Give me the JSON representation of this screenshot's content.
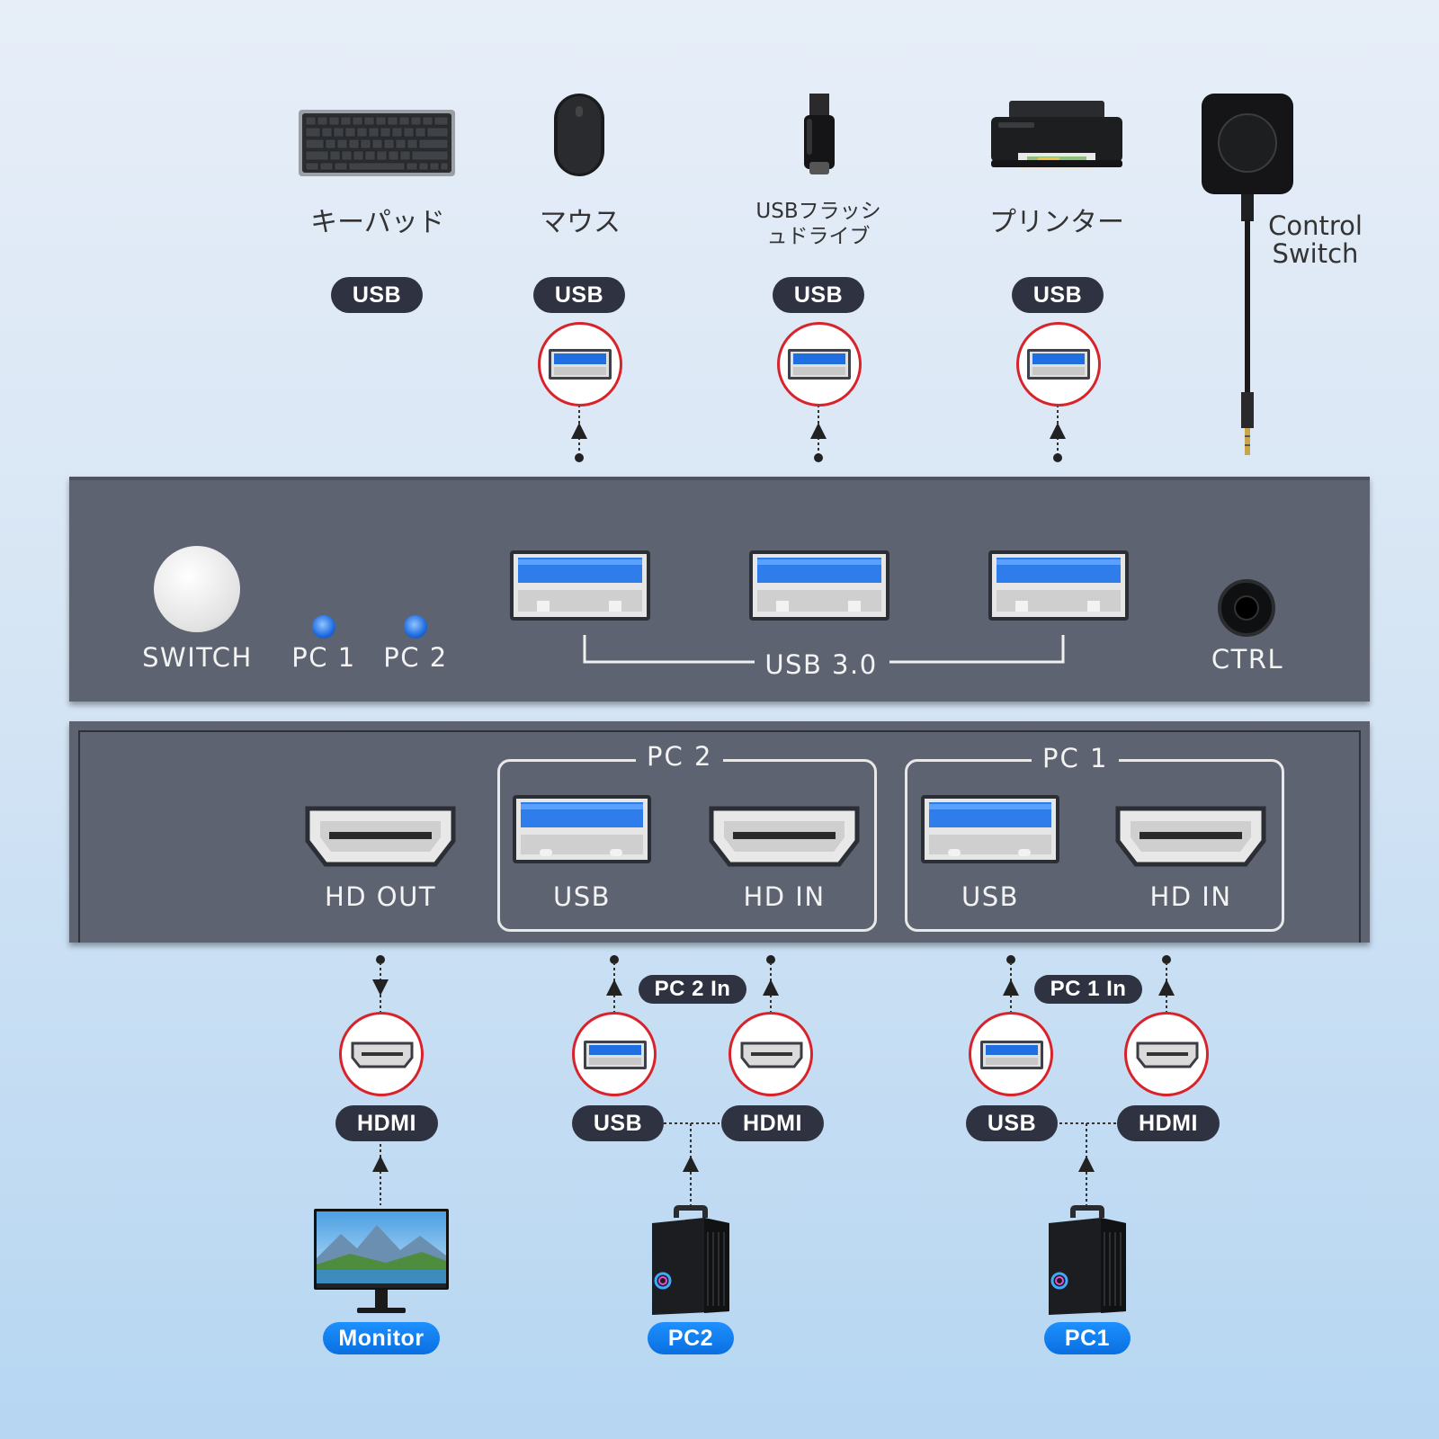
{
  "devices": {
    "keypad": {
      "label": "キーパッド",
      "port": "USB"
    },
    "mouse": {
      "label": "マウス",
      "port": "USB"
    },
    "flash": {
      "label_line1": "USBフラッシ",
      "label_line2": "ュドライブ",
      "port": "USB"
    },
    "printer": {
      "label": "プリンター",
      "port": "USB"
    },
    "control": {
      "label_line1": "Control",
      "label_line2": "Switch"
    }
  },
  "front_panel": {
    "switch_label": "SWITCH",
    "led1_label": "PC 1",
    "led2_label": "PC 2",
    "usb_group_label": "USB 3.0",
    "ctrl_label": "CTRL"
  },
  "rear_panel": {
    "hd_out_label": "HD OUT",
    "pc2_title": "PC 2",
    "pc2_usb_label": "USB",
    "pc2_hdin_label": "HD IN",
    "pc1_title": "PC 1",
    "pc1_usb_label": "USB",
    "pc1_hdin_label": "HD IN"
  },
  "bottom": {
    "monitor": {
      "port": "HDMI",
      "name": "Monitor"
    },
    "pc2": {
      "group_label": "PC 2 In",
      "usb": "USB",
      "hdmi": "HDMI",
      "name": "PC2"
    },
    "pc1": {
      "group_label": "PC 1 In",
      "usb": "USB",
      "hdmi": "HDMI",
      "name": "PC1"
    }
  },
  "colors": {
    "panel": "#5d6370",
    "pill": "#2f3341",
    "accent_blue": "#1e7ff0",
    "circle_border": "#d8232a"
  }
}
